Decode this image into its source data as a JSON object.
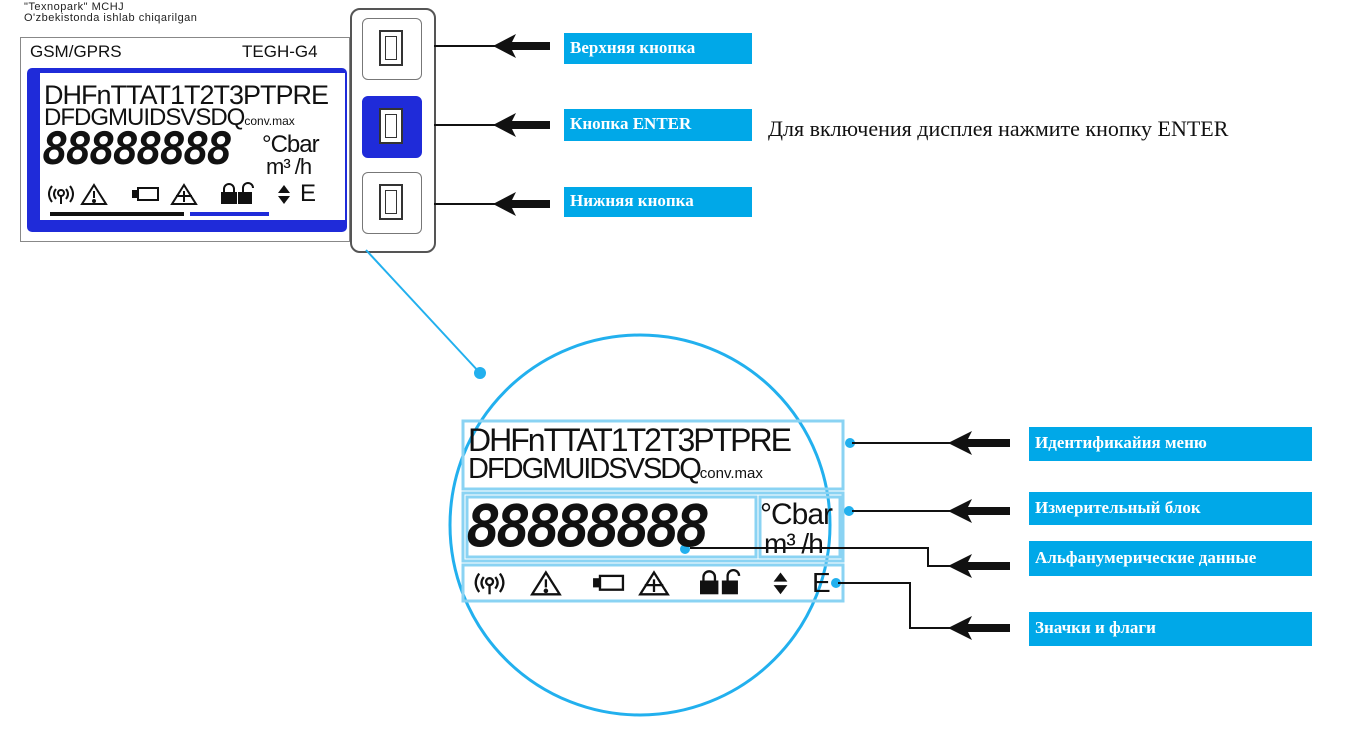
{
  "meter": {
    "maker_line1": "\"Texnopark\" MCHJ",
    "maker_line2": "O'zbekistonda ishlab chiqarilgan",
    "gsm_label": "GSM/GPRS",
    "model": "TEGH-G4",
    "menu_row1": "DHFnTTAT1T2T3PTPRE",
    "menu_row2": "DFDGMUIDSVSDQ",
    "menu_row2_sub": "conv.max",
    "digits": "88888888",
    "unit_top": "°Cbar",
    "unit_bottom": "m³ /h",
    "flag_e": "E"
  },
  "buttons": {
    "top": "Верхняя кнопка",
    "enter": "Кнопка ENTER",
    "bottom": "Нижняя кнопка"
  },
  "hint": "Для включения дисплея нажмите кнопку ENTER",
  "callouts": {
    "menu_id": "Идентификайия меню",
    "measure": "Измерительный блок",
    "alnum": "Альфанумерические данные",
    "icons": "Значки и флаги"
  },
  "colors": {
    "accent_blue": "#1f2bd9",
    "label_cyan": "#00a8e8",
    "circle_cyan": "#22b0ee"
  }
}
